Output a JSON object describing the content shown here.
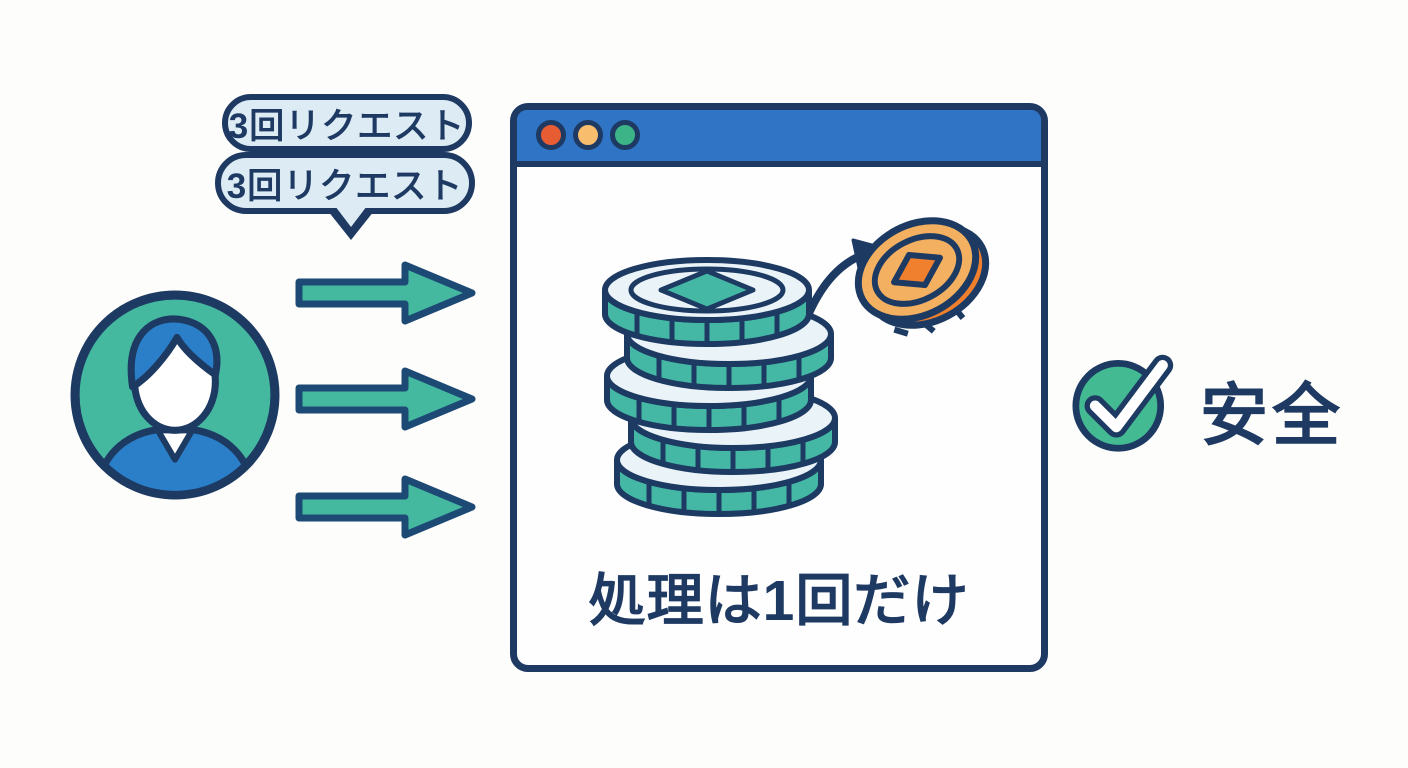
{
  "illustration": {
    "background_color": "#fdfdfb",
    "outline_color": "#1e3a63",
    "client": {
      "avatar_icon": "user-avatar-icon",
      "bubbles": [
        {
          "text": "3回リクエスト"
        },
        {
          "text": "3回リクエスト"
        }
      ],
      "arrow_icon": "right-arrow-icon",
      "arrow_count": 3,
      "arrow_color": "#45b8a0"
    },
    "server_window": {
      "titlebar_color": "#2f74c5",
      "traffic_lights": [
        {
          "name": "red-dot",
          "color": "#e85c33"
        },
        {
          "name": "orange-dot",
          "color": "#f8be6e"
        },
        {
          "name": "green-dot",
          "color": "#3cb487"
        }
      ],
      "coin_stack_icon": "coin-stack-icon",
      "coin_stack_color": "#45b8a5",
      "coin_face_color": "#eaf3f8",
      "flying_coin_icon": "flying-coin-icon",
      "flying_coin_color": "#f3b060",
      "flying_coin_accent": "#f07f2e",
      "caption": "処理は1回だけ"
    },
    "result": {
      "check_icon": "✓",
      "check_color": "#44ba93",
      "label": "安全"
    }
  }
}
